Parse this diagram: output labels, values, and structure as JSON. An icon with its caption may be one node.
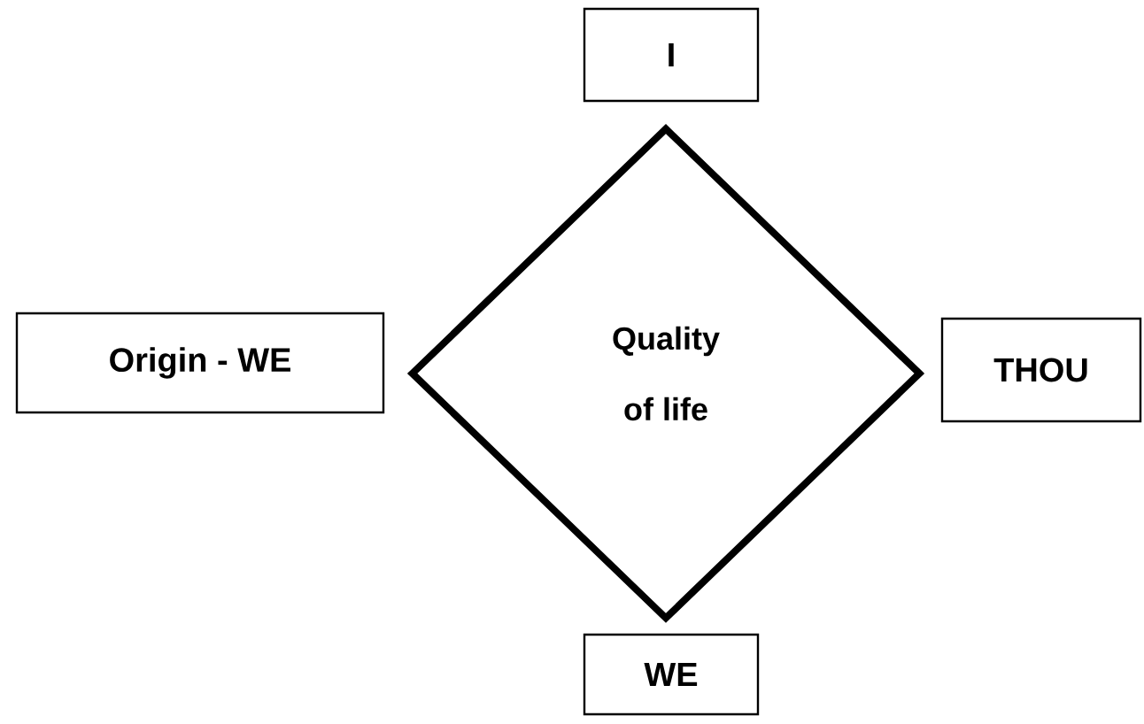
{
  "diagram": {
    "nodes": [
      {
        "text": [
          "I"
        ]
      },
      {
        "text": [
          "Origin - WE"
        ]
      },
      {
        "text": [
          "Quality of life"
        ]
      },
      {
        "text": [
          "THOU"
        ]
      },
      {
        "text": [
          "WE"
        ]
      }
    ]
  }
}
